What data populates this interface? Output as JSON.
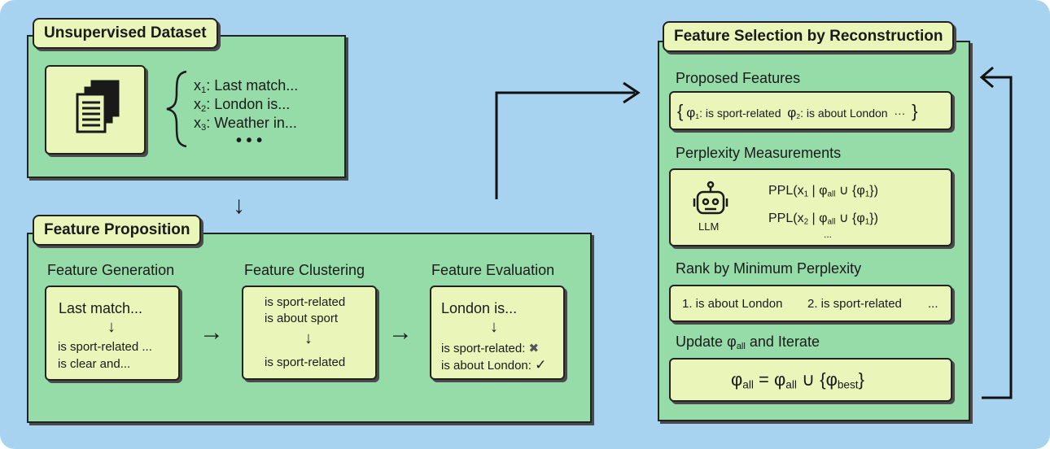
{
  "dataset": {
    "title": "Unsupervised Dataset",
    "samples": [
      {
        "var": "x",
        "sub": "1",
        "text": ": Last match..."
      },
      {
        "var": "x",
        "sub": "2",
        "text": ": London is..."
      },
      {
        "var": "x",
        "sub": "3",
        "text": ": Weather in..."
      }
    ],
    "ellipsis": "• • •"
  },
  "proposition": {
    "title": "Feature Proposition",
    "generation": {
      "label": "Feature Generation",
      "input": "Last match...",
      "arrow": "↓",
      "out1": "is sport-related ...",
      "out2": "is clear and..."
    },
    "clustering": {
      "label": "Feature Clustering",
      "in1": "is sport-related",
      "in2": "is about sport",
      "arrow": "↓",
      "out": "is sport-related"
    },
    "evaluation": {
      "label": "Feature Evaluation",
      "input": "London is...",
      "arrow": "↓",
      "row1": "is sport-related:",
      "row1_mark": "✖",
      "row2": "is about London:",
      "row2_mark": "✓"
    }
  },
  "selection": {
    "title": "Feature Selection by Reconstruction",
    "proposed": {
      "label": "Proposed Features",
      "open": "{",
      "phi": "φ",
      "f1_sub": "1",
      "f1_text": "is sport-related",
      "f2_sub": "2",
      "f2_text": "is about London",
      "dots": "···",
      "close": "}"
    },
    "perplexity": {
      "label": "Perplexity Measurements",
      "llm": "LLM",
      "line1": {
        "pre": "PPL(x",
        "sub": "1",
        "mid": " | φ",
        "all": "all",
        "post": " ∪ {φ",
        "fsub": "1",
        "end": "})"
      },
      "line2": {
        "pre": "PPL(x",
        "sub": "2",
        "mid": " | φ",
        "all": "all",
        "post": " ∪ {φ",
        "fsub": "1",
        "end": "})"
      },
      "dots": "..."
    },
    "rank": {
      "label": "Rank by Minimum Perplexity",
      "item1": "1. is about London",
      "item2": "2. is sport-related",
      "dots": "..."
    },
    "update": {
      "label_pre": "Update φ",
      "label_sub": "all",
      "label_post": " and Iterate",
      "eq_phi": "φ",
      "eq_all": "all",
      "eq_mid": " = φ",
      "eq_all2": "all",
      "eq_union": " ∪ {φ",
      "eq_best": "best",
      "eq_close": "}"
    }
  },
  "arrows": {
    "right": "→",
    "down": "↓"
  }
}
